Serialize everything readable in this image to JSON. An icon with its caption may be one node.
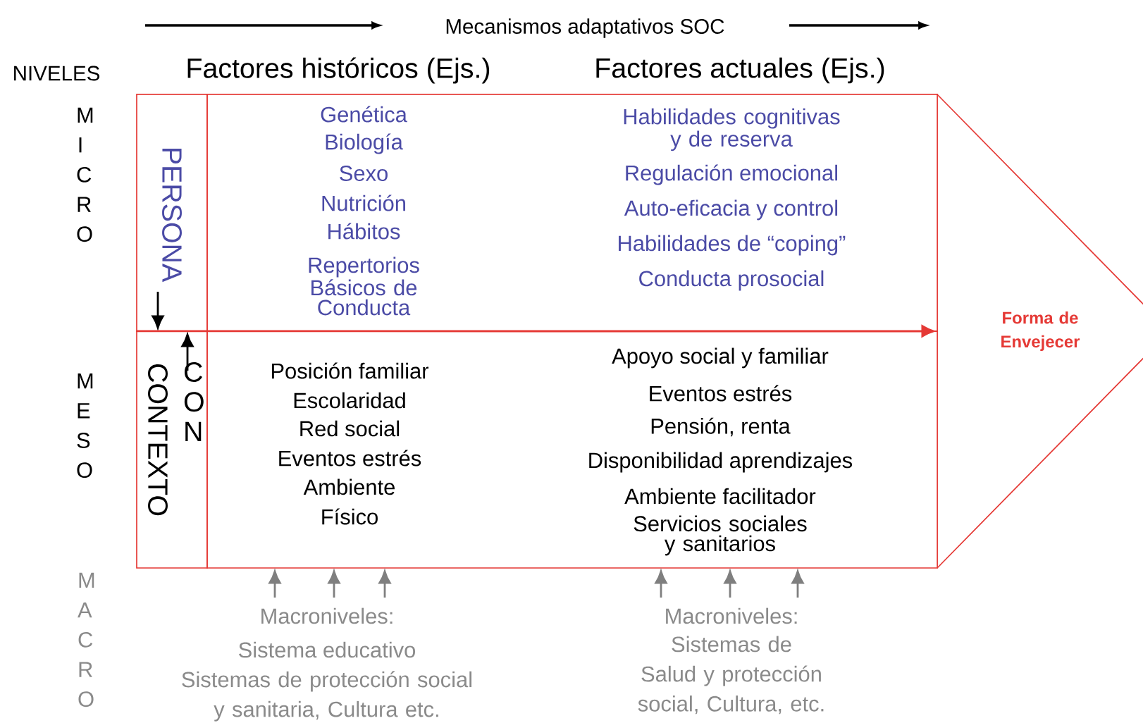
{
  "diagram": {
    "nodes": [
      {
        "text": [
          "PERSONA"
        ]
      },
      {
        "text": [
          "CONTEXTO",
          "C O N"
        ]
      },
      {
        "text": [
          "Genética",
          "Biología",
          "Sexo",
          "Nutrición",
          "Hábitos",
          "Repertorios Básicos de Conducta",
          "Habilidades cognitivas y de reserva",
          "Regulación emocional",
          "Auto-eficacia y control",
          "Habilidades de “coping”",
          "Conducta prosocial"
        ]
      },
      {
        "text": [
          "Posición familiar",
          "Escolaridad",
          "Red social",
          "Eventos estrés",
          "Ambiente Físico",
          "Apoyo social y familiar",
          "Eventos estrés",
          "Pensión, renta",
          "Disponibilidad aprendizajes",
          "Ambiente facilitador",
          "Servicios sociales y sanitarios"
        ]
      },
      {
        "text": [
          "Forma de Envejecer"
        ]
      },
      {
        "text": [
          "Macroniveles:",
          "Sistema educativo",
          "Sistemas de protección social y sanitaria, Cultura etc."
        ]
      },
      {
        "text": [
          "Macroniveles:",
          "Sistemas de Salud y protección social, Cultura, etc."
        ]
      }
    ],
    "edges": [
      {
        "from": 0,
        "to": 1,
        "arrow": "to",
        "color": "#000000"
      },
      {
        "from": 1,
        "to": 0,
        "arrow": "to",
        "color": "#000000"
      },
      {
        "from": 1,
        "to": 4,
        "arrow": "to",
        "color": "#e53935"
      },
      {
        "from": 5,
        "to": 3,
        "arrow": "to"
      },
      {
        "from": 5,
        "to": 3,
        "arrow": "to"
      },
      {
        "from": 5,
        "to": 3,
        "arrow": "to"
      },
      {
        "from": 6,
        "to": 3,
        "arrow": "to"
      },
      {
        "from": 6,
        "to": 3,
        "arrow": "to"
      },
      {
        "from": 6,
        "to": 3,
        "arrow": "to"
      }
    ],
    "labels": [
      "Mecanismos adaptativos SOC",
      "NIVELES",
      "Factores históricos (Ejs.)",
      "Factores actuales (Ejs.)",
      "M I C R O",
      "M E S O",
      "M A C R O"
    ]
  }
}
